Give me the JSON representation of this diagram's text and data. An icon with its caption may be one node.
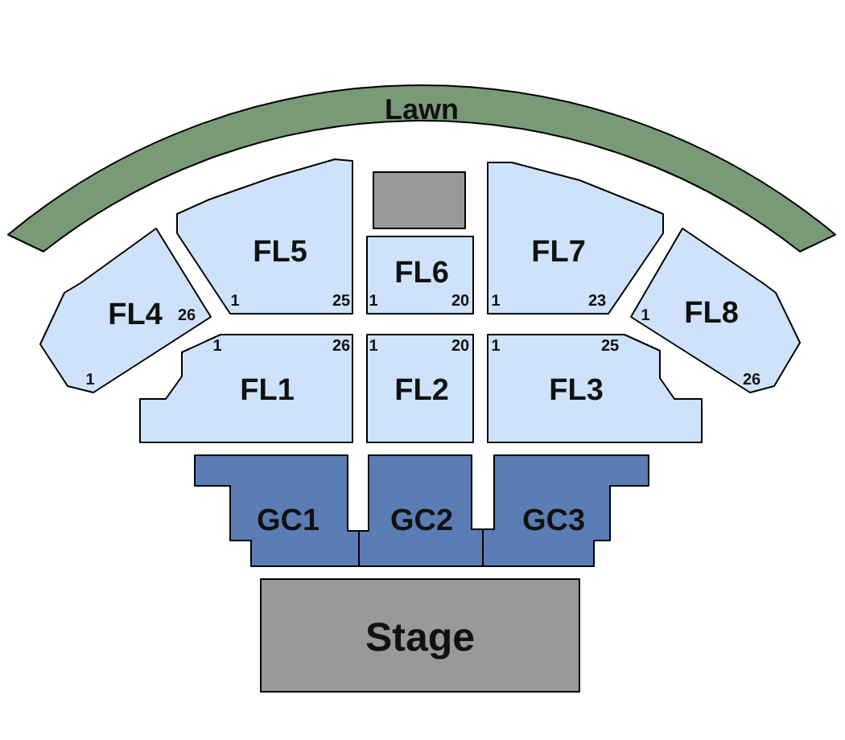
{
  "diagram": {
    "nodes": [
      {
        "text": [
          "Lawn"
        ]
      },
      {
        "text": [
          "FL5",
          "1",
          "25"
        ]
      },
      {
        "text": [],
        "shape": "box"
      },
      {
        "text": [
          "FL7",
          "1",
          "23"
        ]
      },
      {
        "text": [
          "FL4",
          "26",
          "1"
        ]
      },
      {
        "text": [
          "FL6",
          "1",
          "20"
        ]
      },
      {
        "text": [
          "1",
          "FL8",
          "26"
        ]
      },
      {
        "text": [
          "FL1",
          "1",
          "26"
        ]
      },
      {
        "text": [
          "FL2",
          "1",
          "20"
        ]
      },
      {
        "text": [
          "FL3",
          "1",
          "25"
        ]
      },
      {
        "text": [
          "GC1"
        ]
      },
      {
        "text": [
          "GC2"
        ]
      },
      {
        "text": [
          "GC3"
        ]
      },
      {
        "text": [
          "Stage"
        ]
      }
    ]
  }
}
